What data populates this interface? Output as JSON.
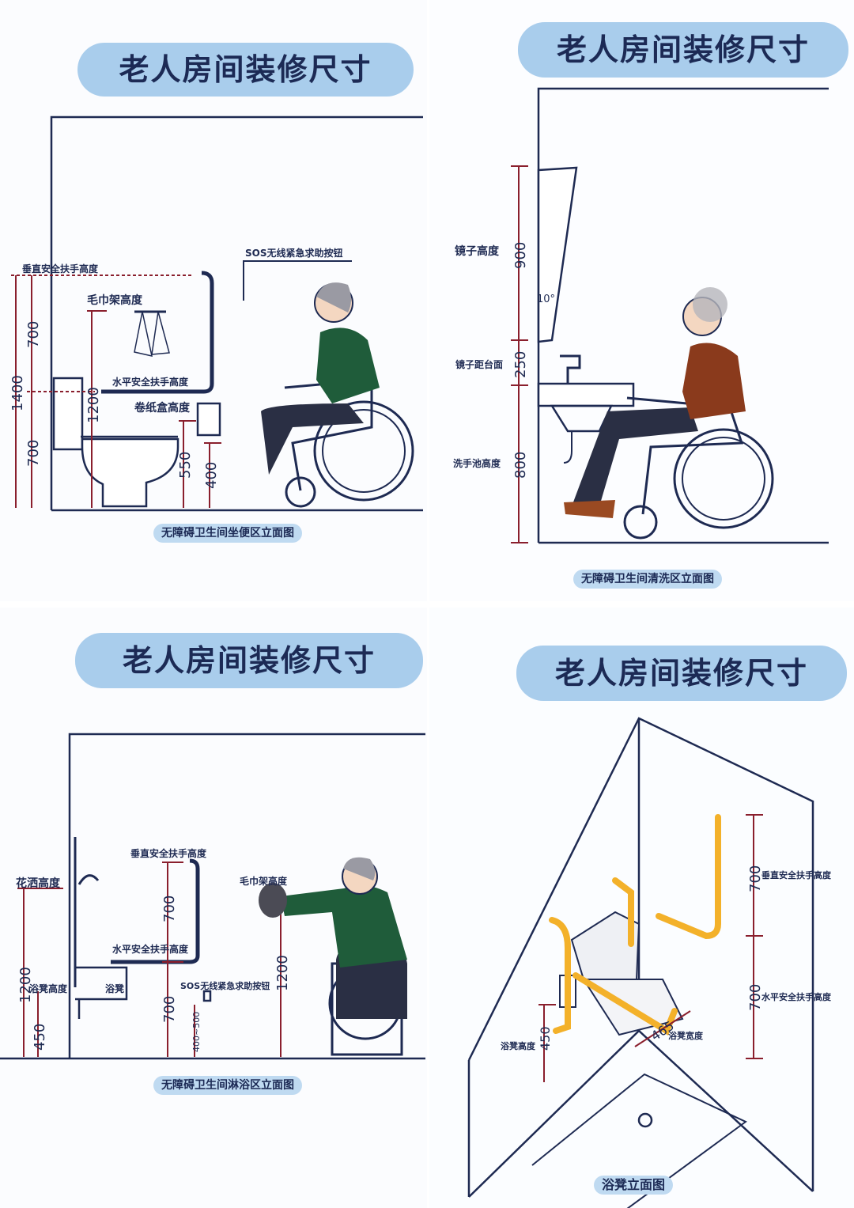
{
  "title": "老人房间装修尺寸",
  "panel1": {
    "caption": "无障碍卫生间坐便区立面图",
    "labels": {
      "vertical_grab": "垂直安全扶手高度",
      "towel": "毛巾架高度",
      "horizontal_grab": "水平安全扶手高度",
      "tissue": "卷纸盒高度",
      "sos": "SOS无线紧急求助按钮"
    },
    "dims": {
      "d700a": "700",
      "d1400": "1400",
      "d700b": "700",
      "d1200": "1200",
      "d550": "550",
      "d400": "400"
    }
  },
  "panel2": {
    "caption": "无障碍卫生间清洗区立面图",
    "labels": {
      "mirror": "镜子高度",
      "mirror_gap": "镜子距台面",
      "basin": "洗手池高度"
    },
    "dims": {
      "d900": "900",
      "d250": "250",
      "d800": "800",
      "angle": "10°"
    }
  },
  "panel3": {
    "caption": "无障碍卫生间淋浴区立面图",
    "labels": {
      "shower": "花洒高度",
      "vertical_grab": "垂直安全扶手高度",
      "towel": "毛巾架高度",
      "horizontal_grab": "水平安全扶手高度",
      "stool_height": "浴凳高度",
      "stool": "浴凳",
      "sos": "SOS无线紧急求助按钮"
    },
    "dims": {
      "d1200a": "1200",
      "d450": "450",
      "d700a": "700",
      "d700b": "700",
      "d400_500": "400~500",
      "d1200b": "1200"
    }
  },
  "panel4": {
    "caption": "浴凳立面图",
    "labels": {
      "vertical_grab": "垂直安全扶手高度",
      "horizontal_grab": "水平安全扶手高度",
      "stool_height": "浴凳高度",
      "stool_width": "浴凳宽度"
    },
    "dims": {
      "d700a": "700",
      "d700b": "700",
      "d450": "450",
      "d465": "465"
    }
  },
  "colors": {
    "pill": "#a9cdec",
    "line": "#1e2a52",
    "dim": "#8a1f2d",
    "rail": "#f3b12a",
    "shirt_green": "#1f5c3a",
    "shirt_brown": "#8a3a1c"
  }
}
